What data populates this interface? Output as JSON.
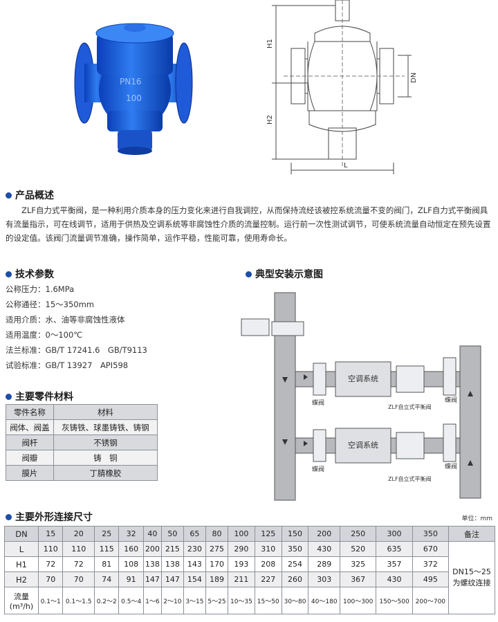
{
  "overview": {
    "title": "产品概述",
    "text": "ZLF自力式平衡阀，是一种利用介质本身的压力变化来进行自我调控，从而保持流经该被控系统流量不变的阀门，ZLF自力式平衡阀具有流量指示，可在线调节，适用于供热及空调系统等非腐蚀性介质的流量控制。运行前一次性测试调节，可使系统流量自动恒定在预先设置的设定值。该阀门流量调节准确，操作简单，运作平稳，性能可靠，使用寿命长。"
  },
  "valve_photo": {
    "body_marking_1": "PN16",
    "body_marking_2": "100"
  },
  "drawing": {
    "h1": "H1",
    "h2": "H2",
    "dn": "DN",
    "l": "L"
  },
  "specs": {
    "title": "技术参数",
    "rows": [
      "公称压力：1.6MPa",
      "公称通径：15～350mm",
      "适用介质：水、油等非腐蚀性液体",
      "适用温度：0～100℃",
      "法兰标准：GB/T 17241.6　GB/T9113",
      "试验标准：GB/T 13927　API598"
    ]
  },
  "install": {
    "title": "典型安装示意图",
    "ac_system": "空调系统",
    "butterfly": "蝶阀",
    "balance_valve": "ZLF自立式平衡阀",
    "flange_valve": "蝶阀"
  },
  "materials": {
    "title": "主要零件材料",
    "header": [
      "零件名称",
      "材料"
    ],
    "rows": [
      [
        "阀体、阀盖",
        "灰铸铁、球墨铸铁、铸钢"
      ],
      [
        "阀杆",
        "不锈钢"
      ],
      [
        "阀瓣",
        "铸　铜"
      ],
      [
        "膜片",
        "丁腈橡胶"
      ]
    ]
  },
  "dimensions": {
    "title": "主要外形连接尺寸",
    "unit": "单位：mm",
    "note_header": "备注",
    "note": "DN15～25\n为螺纹连接",
    "flow_label": "流量\n(m³/h)",
    "rows": [
      {
        "label": "DN",
        "values": [
          "15",
          "20",
          "25",
          "32",
          "40",
          "50",
          "65",
          "80",
          "100",
          "125",
          "150",
          "200",
          "250",
          "300",
          "350"
        ]
      },
      {
        "label": "L",
        "values": [
          "110",
          "110",
          "115",
          "160",
          "200",
          "215",
          "230",
          "275",
          "290",
          "310",
          "350",
          "430",
          "520",
          "635",
          "670"
        ]
      },
      {
        "label": "H1",
        "values": [
          "72",
          "72",
          "81",
          "108",
          "138",
          "138",
          "143",
          "170",
          "193",
          "208",
          "254",
          "289",
          "325",
          "357",
          "372"
        ]
      },
      {
        "label": "H2",
        "values": [
          "70",
          "70",
          "74",
          "91",
          "147",
          "147",
          "154",
          "189",
          "211",
          "227",
          "260",
          "303",
          "367",
          "430",
          "495"
        ]
      }
    ],
    "flow": [
      "0.1～1",
      "0.1～1.5",
      "0.2～2",
      "0.5～4",
      "1～6",
      "2～10",
      "3～15",
      "5～25",
      "10～35",
      "15～50",
      "30～80",
      "40～180",
      "100～300",
      "150～500",
      "200～700"
    ]
  }
}
